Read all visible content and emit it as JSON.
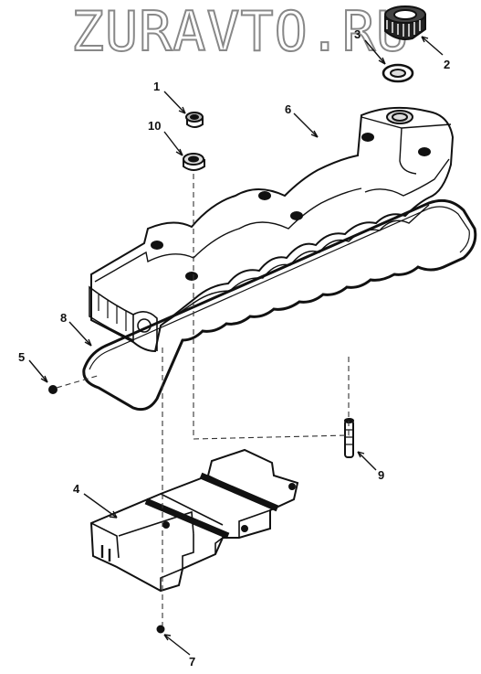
{
  "watermark": "ZURAVTO.RU",
  "callouts": {
    "c1": "1",
    "c2": "2",
    "c3": "3",
    "c4": "4",
    "c5": "5",
    "c6": "6",
    "c7": "7",
    "c8": "8",
    "c9": "9",
    "c10": "10"
  }
}
